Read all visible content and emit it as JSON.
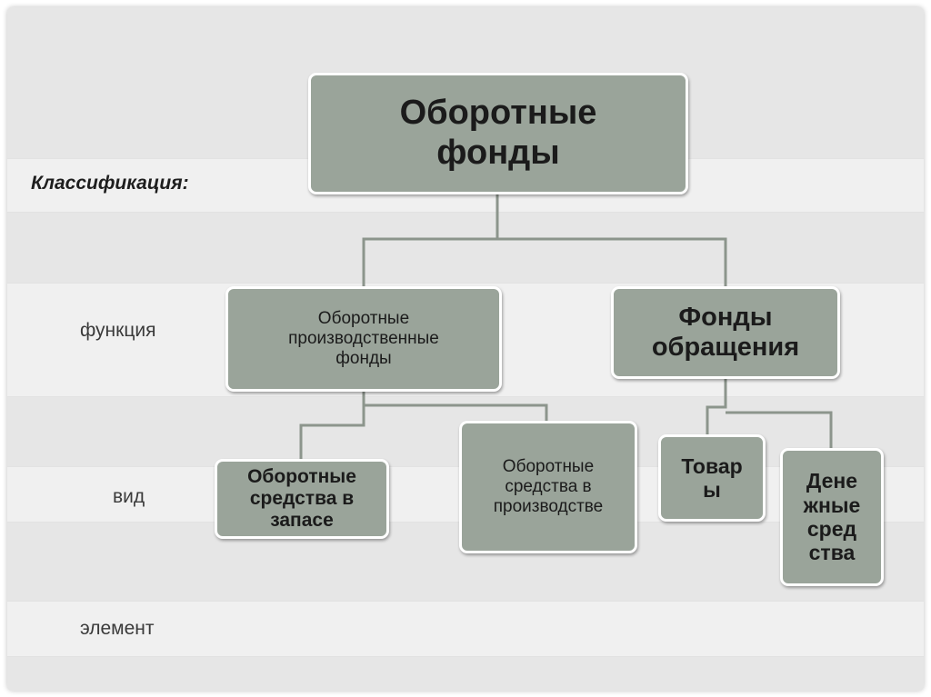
{
  "classification_label": "Классификация:",
  "row_labels": {
    "function": "функция",
    "type": "вид",
    "element": "элемент"
  },
  "nodes": {
    "root": "Оборотные\nфонды",
    "production_funds": "Оборотные\nпроизводственные\nфонды",
    "circulation_funds": "Фонды\nобращения",
    "stock_assets": "Оборотные\nсредства в\nзапасе",
    "production_assets": "Оборотные\nсредства в\nпроизводстве",
    "goods": "Товар\nы",
    "cash": "Дене\nжные\nсред\nства"
  },
  "colors": {
    "box_fill": "#9aa49a",
    "box_border": "#ffffff",
    "connector": "#8c958c",
    "background": "#e6e6e6",
    "band": "#f0f0f0"
  }
}
